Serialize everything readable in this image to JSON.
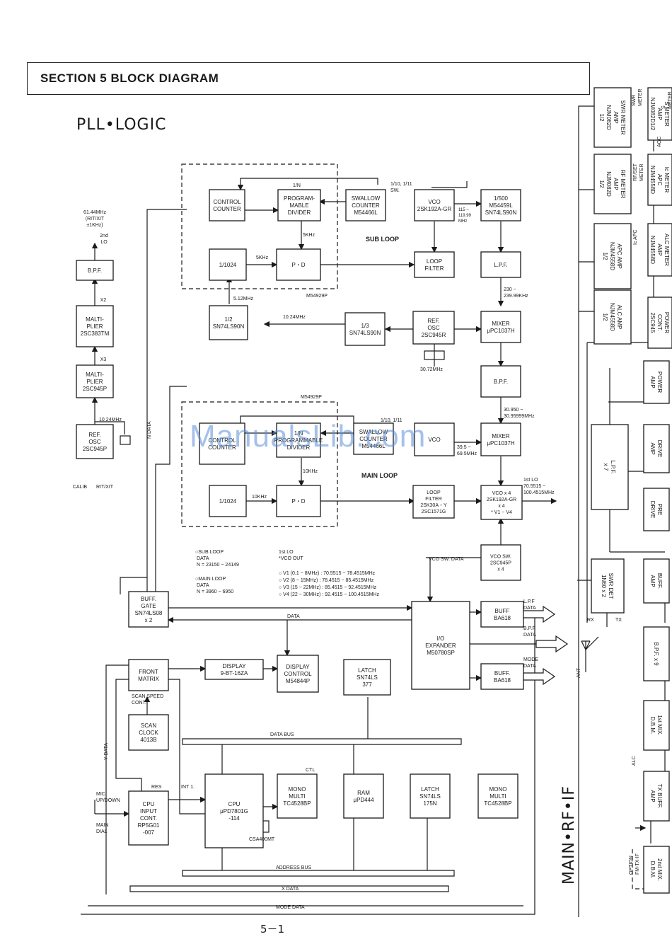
{
  "header": {
    "section_title": "SECTION 5 BLOCK DIAGRAM"
  },
  "subtitles": {
    "pll_logic": "PLL•LOGIC",
    "main_rf_if": "MAIN•RF•IF"
  },
  "page_number": "5－1",
  "watermark": "ManualsLib.com",
  "blocks": {
    "control_counter_sub": [
      "CONTROL",
      "COUNTER"
    ],
    "prog_divider_sub": [
      "PROGRAM-",
      "MABLE",
      "DIVIDER"
    ],
    "swallow_counter_sub": [
      "SWALLOW",
      "COUNTER",
      "M54466L"
    ],
    "vco_sub": [
      "VCO",
      "2SK192A-GR"
    ],
    "prescaler_500": [
      "1/500",
      "M54459L",
      "SN74LS90N"
    ],
    "div1024_sub": [
      "1/1024"
    ],
    "pd_sub": [
      "P・D"
    ],
    "loop_filter_sub": [
      "LOOP",
      "FILTER"
    ],
    "lpf_sub": [
      "L.P.F."
    ],
    "half_div": [
      "1/2",
      "SN74LS90N"
    ],
    "third_div": [
      "1/3",
      "SN74LS90N"
    ],
    "ref_osc_sub": [
      "REF.",
      "OSC",
      "2SC945R"
    ],
    "mixer_sub": [
      "MIXER",
      "μPC1037H"
    ],
    "bpf_mid": [
      "B.P.F."
    ],
    "bpf_left": [
      "B.P.F."
    ],
    "multiplier_x2": [
      "MALTI-",
      "PLIER",
      "2SC383TM"
    ],
    "multiplier_x3": [
      "MALTI-",
      "PLIER",
      "2SC945P"
    ],
    "ref_osc_left": [
      "REF.",
      "OSC",
      "2SC945P"
    ],
    "control_counter_main": [
      "CONTROL",
      "COUNTER"
    ],
    "prog_divider_main": [
      "1/N",
      "PROGRAMMABLE",
      "DIVIDER"
    ],
    "swallow_counter_main": [
      "SWALLOW",
      "COUNTER",
      "M54466L"
    ],
    "vco_main": [
      "VCO"
    ],
    "mixer_main": [
      "MIXER",
      "μPC1037H"
    ],
    "div1024_main": [
      "1/1024"
    ],
    "pd_main": [
      "P・D"
    ],
    "loop_filter_main": [
      "LOOP",
      "FILTER",
      "2SK30A・Y",
      "2SC1571G"
    ],
    "vco_x4": [
      "VCO x 4",
      "2SK192A-GR",
      "x 4",
      "* V1 ~ V4"
    ],
    "vco_sw": [
      "VCO SW.",
      "2SC945P",
      "x 4"
    ],
    "buff_gate": [
      "BUFF.",
      "GATE",
      "SN74LS08",
      "x 2"
    ],
    "io_expander": [
      "I/O",
      "EXPANDER",
      "M50780SP"
    ],
    "buff_lpf": [
      "BUFF",
      "BA618"
    ],
    "buff_mode": [
      "BUFF.",
      "BA618"
    ],
    "front_matrix": [
      "FRONT",
      "MATRIX"
    ],
    "display": [
      "DISPLAY",
      "9-BT-16ZA"
    ],
    "display_control": [
      "DISPLAY",
      "CONTROL",
      "M54844P"
    ],
    "latch_377": [
      "LATCH",
      "SN74LS",
      "377"
    ],
    "scan_clock": [
      "SCAN",
      "CLOCK",
      "4013B"
    ],
    "cpu_input": [
      "CPU",
      "INPUT",
      "CONT.",
      "RP5G01",
      "-007"
    ],
    "cpu_main": [
      "CPU",
      "μPD7801G",
      "-114"
    ],
    "mono_multi_1": [
      "MONO",
      "MULTI",
      "TC4528BP"
    ],
    "ram": [
      "RAM",
      "μPD444"
    ],
    "latch_175": [
      "LATCH",
      "SN74LS",
      "175N"
    ],
    "mono_multi_2": [
      "MONO",
      "MULTI",
      "TC4528BP"
    ],
    "swr_meter_amp": [
      "SWR METER",
      "AMP",
      "NJM082D",
      "1/2"
    ],
    "s_meter_amp": [
      "S METER",
      "AMP",
      "NJM082D1/2"
    ],
    "rf_meter_amp": [
      "RF METER",
      "AMP",
      "NJM082D",
      "1/2"
    ],
    "ic_meter_apc": [
      "Ic METER",
      "APC",
      "NJM4558D"
    ],
    "apc_amp": [
      "APC AMP",
      "NJM4558D",
      "1/2"
    ],
    "alc_meter_amp": [
      "ALC METER",
      "AMP",
      "NJM4558D"
    ],
    "alc_amp": [
      "ALC AMP",
      "NJM4558D",
      "1/2"
    ],
    "power_cont": [
      "POWER",
      "CONT.",
      "2SC945"
    ],
    "power_amp": [
      "POWER",
      "AMP"
    ],
    "lpf_x7": [
      "L.P.F.",
      "x 7"
    ],
    "drive_amp": [
      "DRIVE",
      "AMP"
    ],
    "pre_drive": [
      "PRE",
      "DRIVE"
    ],
    "swr_det": [
      "SWR DET",
      "1N60 x 2"
    ],
    "buff_amp": [
      "BUFF.",
      "AMP"
    ],
    "bpf_x9": [
      "B.P.F. x 9"
    ],
    "first_mix": [
      "1st MIX.",
      "D.B.M."
    ],
    "tx_buff": [
      "TX BUFF.",
      "AMP"
    ],
    "second_mix": [
      "2nd MIX.",
      "D.B.M."
    ]
  },
  "labels": {
    "n_data": "N DATA",
    "one_n_sub": "1/N",
    "m54929p_sub": "M54929P",
    "m54929p_main": "M54929P",
    "sw_sub": "1/10, 1/11\nSW.",
    "sw_main": "1/10, 1/11",
    "freq_115": "115 ~\n119.99\nMHz",
    "khz5_a": "5KHz",
    "khz5_b": "5KHz",
    "mhz512": "5.12MHz",
    "sub_loop": "SUB LOOP",
    "main_loop": "MAIN LOOP",
    "freq_230": "230 ~\n239.99KHz",
    "mhz1024_a": "10.24MHz",
    "mhz3072": "30.72MHz",
    "freq_30950": "30.950 ~\n30.95999MHz",
    "freq_395": "39.5 ~\n69.5MHz",
    "khz10_a": "10KHz",
    "khz10_b": "10KHz",
    "first_lo": "1st LO\n70.5515 ~\n100.4515MHz",
    "mhz6144": "61.44MHz\n(RIT/XIT\n±1KHz)",
    "second_lo": "2nd\nLO",
    "x2": "X2",
    "x3": "X3",
    "mhz1024_b": "10.24MHz",
    "calib": "CALIB",
    "rit_xit": "RIT/XIT",
    "sub_loop_data": "○SUB LOOP\n   DATA\n   N = 23150 ~ 24149",
    "main_loop_data": "○MAIN LOOP\n   DATA\n   N = 3960 ~ 6950",
    "lo_table_head": "1st LO\n*VCO OUT",
    "lo_table": [
      "○ V1 (0.1 ~ 8MHz)   : 70.5515 ~  78.4515MHz",
      "○ V2 (8 ~ 15MHz)    : 78.4515 ~  85.4515MHz",
      "○ V3 (15 ~ 22MHz)   : 85.4515 ~  92.4515MHz",
      "○ V4 (22 ~ 30MHz)   : 92.4515 ~ 100.4515MHz"
    ],
    "vco_sw_data": "VCO SW. DATA",
    "data": "DATA",
    "lpf_data": "L.P.F\nDATA",
    "bpf_data": "B.P.F\nDATA",
    "mode_data_r": "MODE\nDATA",
    "scan_speed": "SCAN SPEED\nCONT.",
    "y_data": "Y DATA",
    "res": "RES",
    "int1": "INT 1.",
    "ctl": "CTL",
    "data_bus": "DATA BUS",
    "address_bus": "ADDRESS BUS",
    "x_data": "X DATA",
    "mode_data": "MODE DATA",
    "mic": "MIC\nUP/DOWN",
    "main_dial": "MAIN\nDIAL",
    "csa400mt": "CSA400MT",
    "rx": "RX",
    "tx": "TX",
    "ant": "ANT",
    "agc": "AGC",
    "swr_meter": "SWR\nMETER",
    "s_meter": "S\nMETER",
    "rf_set": "RF/SET\nMETER",
    "ic_apc": "Ic APC",
    "alc": "ALC",
    "option": "OPTION\nFM-TX-IF"
  }
}
